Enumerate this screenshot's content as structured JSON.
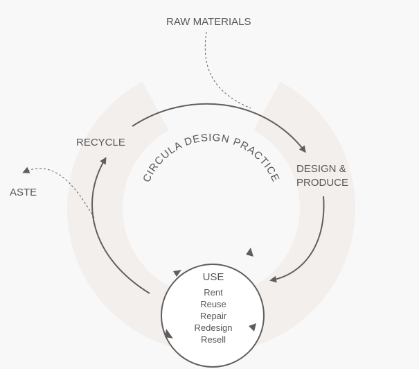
{
  "title": "CIRCULA DESIGN PRACTICE",
  "stages": {
    "raw_materials": "RAW MATERIALS",
    "design_line1": "DESIGN &",
    "design_line2": "PRODUCE",
    "recycle": "RECYCLE",
    "waste": "ASTE",
    "use": "USE"
  },
  "use_items": [
    "Rent",
    "Reuse",
    "Repair",
    "Redesign",
    "Resell"
  ],
  "colors": {
    "background": "#f8f8f8",
    "ring": "#f3efec",
    "stroke": "#615d5d",
    "text": "#5a5656"
  }
}
